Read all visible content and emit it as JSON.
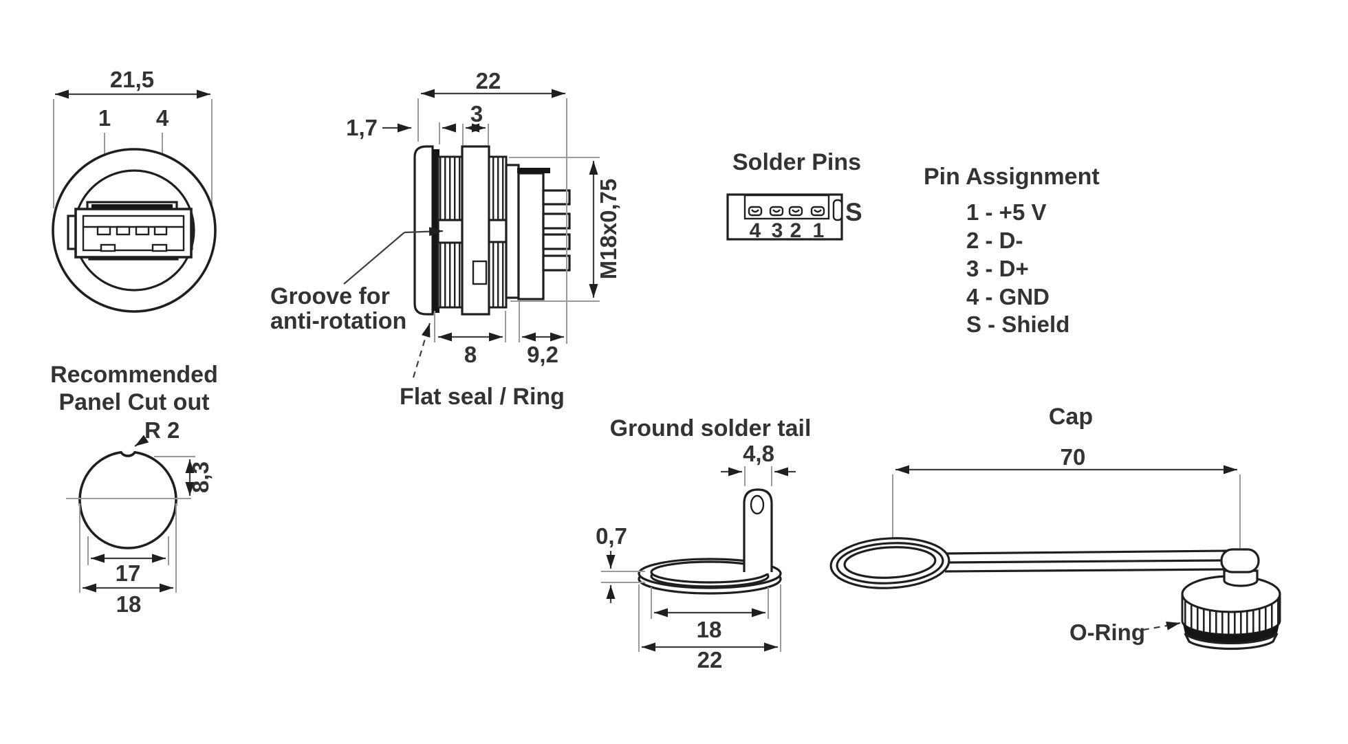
{
  "figures": {
    "front_view": {
      "dim_width": "21,5",
      "pin_1": "1",
      "pin_4": "4"
    },
    "side_view": {
      "dim_length": "22",
      "dim_nut": "3",
      "dim_front": "1,7",
      "thread_spec": "M18x0,75",
      "dim_thread": "8",
      "dim_rear": "9,2",
      "groove_line1": "Groove for",
      "groove_line2": "anti-rotation",
      "seal_label": "Flat seal / Ring"
    },
    "solder_pins": {
      "title": "Solder Pins",
      "pin_labels": [
        "4",
        "3",
        "2",
        "1"
      ],
      "shield_label": "S"
    },
    "pin_assignment": {
      "title": "Pin Assignment",
      "items": [
        "1 - +5 V",
        "2 - D-",
        "3 - D+",
        "4 - GND",
        "S - Shield"
      ]
    },
    "panel_cutout": {
      "title_line1": "Recommended",
      "title_line2": "Panel Cut out",
      "corner_radius": "R 2",
      "dim_height": "8,3",
      "dim_width": "17",
      "dim_diameter": "18"
    },
    "ground_tail": {
      "title": "Ground solder tail",
      "dim_tab_width": "4,8",
      "dim_thickness": "0,7",
      "dim_inner": "18",
      "dim_outer": "22"
    },
    "cap": {
      "title": "Cap",
      "dim_strap": "70",
      "oring_label": "O-Ring"
    }
  },
  "colors": {
    "line": "#1f1f1f",
    "dimension_line": "#3e3e3e",
    "witness_line": "#9a9a9a",
    "text": "#333333",
    "dark_fill": "#151515",
    "background": "#ffffff"
  }
}
